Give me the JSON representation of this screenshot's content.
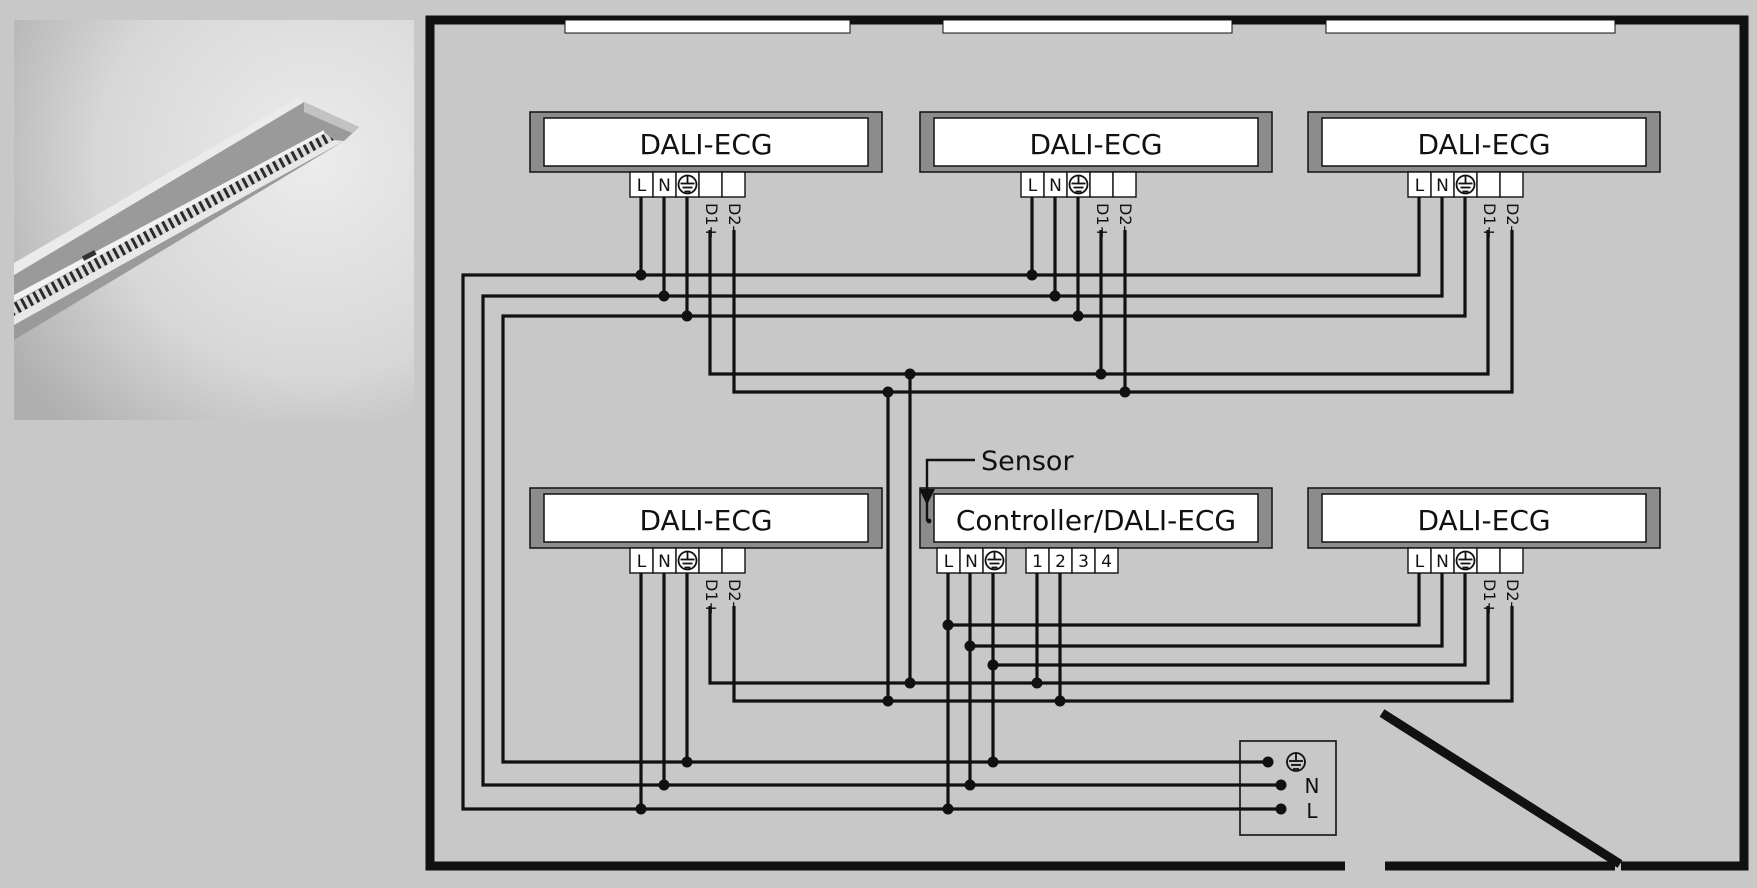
{
  "photo": {
    "subject": "linear-luminaire-photo"
  },
  "colors": {
    "line": "#111111",
    "box": "#ffffff",
    "background": "#c8c8c8",
    "cap": "#8c8c8c"
  },
  "luminaires": {
    "l1": "DALI-ECG",
    "l2": "DALI-ECG",
    "l3": "DALI-ECG",
    "l4": "DALI-ECG",
    "controller": "Controller/DALI-ECG",
    "l6": "DALI-ECG"
  },
  "terminals": {
    "L": "L",
    "N": "N",
    "D1": "D1+",
    "D2": "D2-",
    "t1": "1",
    "t2": "2",
    "t3": "3",
    "t4": "4"
  },
  "sensor": {
    "label": "Sensor"
  },
  "supply": {
    "N": "N",
    "L": "L"
  }
}
